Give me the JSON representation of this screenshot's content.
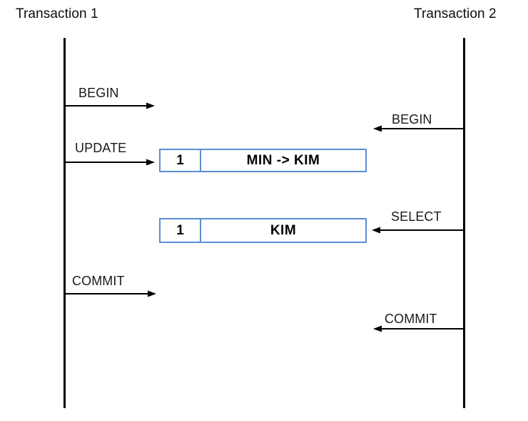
{
  "diagram": {
    "type": "sequence-diagram",
    "title_left": "Transaction 1",
    "title_right": "Transaction 2",
    "accent_color": "#5b8ed4",
    "line_color": "#000000",
    "background": "#ffffff"
  },
  "lifelines": [
    {
      "name": "transaction-1",
      "label": "Transaction 1"
    },
    {
      "name": "transaction-2",
      "label": "Transaction 2"
    }
  ],
  "messages": [
    {
      "id": "m1",
      "label": "BEGIN",
      "from": "transaction-1",
      "direction": "right"
    },
    {
      "id": "m2",
      "label": "BEGIN",
      "from": "transaction-2",
      "direction": "left"
    },
    {
      "id": "m3",
      "label": "UPDATE",
      "from": "transaction-1",
      "direction": "right"
    },
    {
      "id": "m4",
      "label": "SELECT",
      "from": "transaction-2",
      "direction": "left"
    },
    {
      "id": "m5",
      "label": "COMMIT",
      "from": "transaction-1",
      "direction": "right"
    },
    {
      "id": "m6",
      "label": "COMMIT",
      "from": "transaction-2",
      "direction": "left"
    }
  ],
  "records": [
    {
      "id": "r1",
      "key": "1",
      "value": "MIN -> KIM"
    },
    {
      "id": "r2",
      "key": "1",
      "value": "KIM"
    }
  ]
}
